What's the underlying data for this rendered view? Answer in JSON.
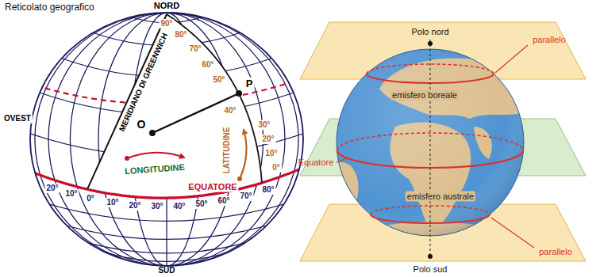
{
  "diagram": {
    "title": "Reticolato geografico",
    "labels": [
      "NORD",
      "90°",
      "80°",
      "70°",
      "60°",
      "50°",
      "40°",
      "P",
      "OVEST",
      "O",
      "MERIDIANO DI GREENWICH",
      "LONGITUDINE",
      "LATITUDINE",
      "30°",
      "20°",
      "10°",
      "0°",
      "EQUATORE",
      "20°",
      "10°",
      "0°",
      "10°",
      "20°",
      "30°",
      "40°",
      "50°",
      "60°",
      "70°",
      "80°",
      "SUD",
      "Polo nord",
      "parallelo",
      "emisfero boreale",
      "Equatore",
      "emisfero australe",
      "parallelo",
      "Polo sud"
    ]
  }
}
